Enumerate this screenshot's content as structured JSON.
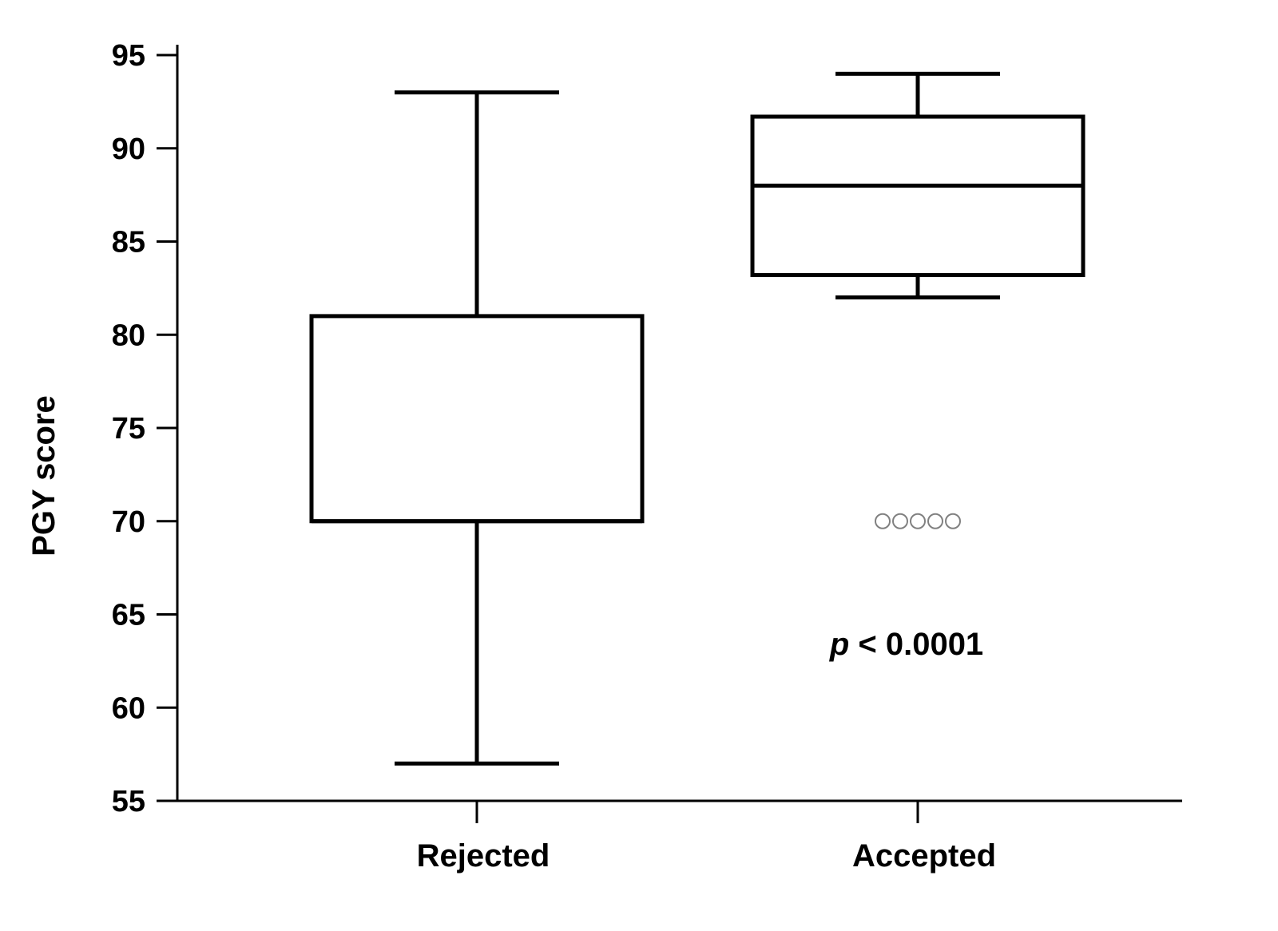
{
  "chart_data": {
    "type": "box",
    "ylabel": "PGY score",
    "ylim": [
      55,
      95
    ],
    "yticks": [
      55,
      60,
      65,
      70,
      75,
      80,
      85,
      90,
      95
    ],
    "categories": [
      "Rejected",
      "Accepted"
    ],
    "boxes": [
      {
        "category": "Rejected",
        "whisker_low": 57,
        "q1": 70,
        "median": 70,
        "q3": 81,
        "whisker_high": 93,
        "outliers": []
      },
      {
        "category": "Accepted",
        "whisker_low": 82,
        "q1": 83.2,
        "median": 88,
        "q3": 91.7,
        "whisker_high": 94,
        "outliers": [
          70,
          70,
          70,
          70,
          70
        ]
      }
    ],
    "annotation": {
      "italic": "p",
      "text": " < 0.0001"
    },
    "colors": {
      "box": "#000000",
      "outlier": "#808080"
    }
  }
}
